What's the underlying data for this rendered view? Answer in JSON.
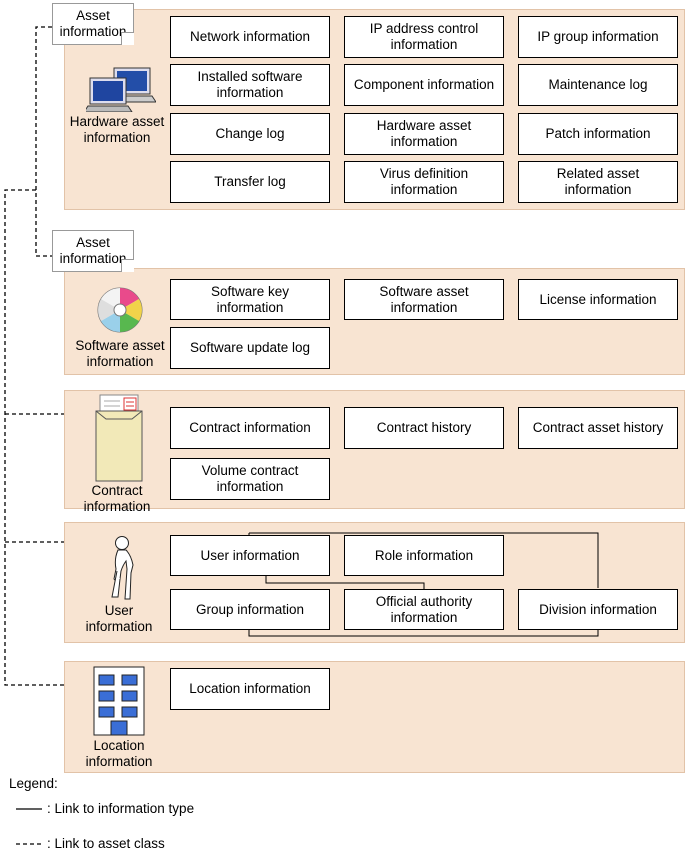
{
  "hardware": {
    "callout": "Asset\ninformation",
    "label": "Hardware asset\ninformation",
    "boxes": [
      "Network information",
      "IP address control\ninformation",
      "IP group information",
      "Installed software\ninformation",
      "Component information",
      "Maintenance log",
      "Change log",
      "Hardware asset\ninformation",
      "Patch information",
      "Transfer log",
      "Virus definition\ninformation",
      "Related asset\ninformation"
    ]
  },
  "software": {
    "callout": "Asset\ninformation",
    "label": "Software asset\ninformation",
    "boxes": [
      "Software key\ninformation",
      "Software asset\ninformation",
      "License information",
      "Software update log"
    ]
  },
  "contract": {
    "label": "Contract\ninformation",
    "boxes": [
      "Contract information",
      "Contract history",
      "Contract asset history",
      "Volume contract\ninformation"
    ]
  },
  "user": {
    "label": "User\ninformation",
    "boxes": [
      "User information",
      "Role information",
      "Group information",
      "Official authority\ninformation",
      "Division information"
    ]
  },
  "location": {
    "label": "Location\ninformation",
    "boxes": [
      "Location information"
    ]
  },
  "legend": {
    "title": "Legend:",
    "solid": ": Link to information type",
    "dashed": ": Link to asset class"
  }
}
